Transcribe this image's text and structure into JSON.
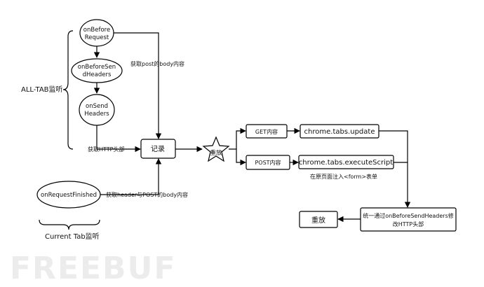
{
  "group_all_tab": "ALL-TAB监听",
  "group_current_tab": "Current Tab监听",
  "nodes": {
    "on_before_request": [
      "onBefore",
      "Request"
    ],
    "on_before_send_headers": [
      "onBeforeSen",
      "dHeaders"
    ],
    "on_send_headers": [
      "onSend",
      "Headers"
    ],
    "on_request_finished": "onRequestFinished",
    "record": "记录",
    "replay_star": "重放",
    "get_content": "GET内容",
    "post_content": "POST内容",
    "tabs_update": "chrome.tabs.update",
    "execute_script": "chrome.tabs.executeScript",
    "unify_headers": [
      "统一通过onBeforeSendHeaders修",
      "改HTTP头部"
    ],
    "replay_box": "重放"
  },
  "edge_labels": {
    "get_post_body": "获取post的body内容",
    "get_http_header": "获取HTTP头部",
    "get_header_post_body": "获取header与POST的body内容",
    "inject_form": "在原页面注入<form>表单"
  },
  "watermark": "FREEBUF"
}
